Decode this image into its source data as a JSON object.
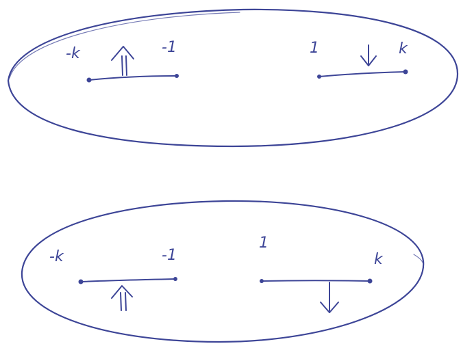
{
  "colors": {
    "ink": "#3d4597",
    "paper": "#ffffff"
  },
  "diagrams": [
    {
      "labels": {
        "minus_k": "-k",
        "minus_one": "-1",
        "one": "1",
        "k": "k"
      },
      "arrows": {
        "left_cut": "double-arrow-up",
        "right_cut": "arrow-down"
      }
    },
    {
      "labels": {
        "minus_k": "-k",
        "minus_one": "-1",
        "one": "1",
        "k": "k"
      },
      "arrows": {
        "left_cut": "double-arrow-up",
        "right_cut": "arrow-down"
      }
    }
  ]
}
